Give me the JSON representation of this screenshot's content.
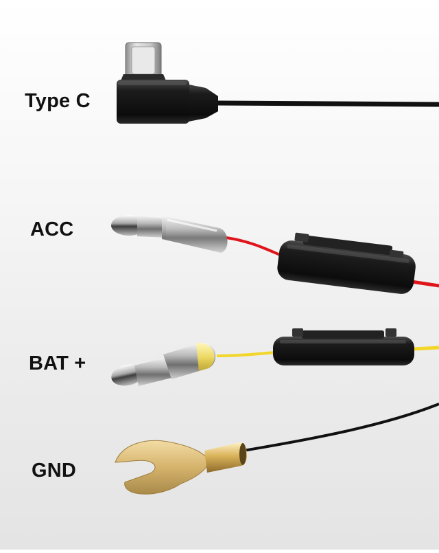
{
  "labels": {
    "type_c": "Type C",
    "acc": "ACC",
    "bat": "BAT +",
    "gnd": "GND"
  },
  "colors": {
    "cable_black": "#111111",
    "wire_red": "#e0141b",
    "wire_yellow": "#f3d62a",
    "ring_terminal_gold": "#d7b872"
  }
}
